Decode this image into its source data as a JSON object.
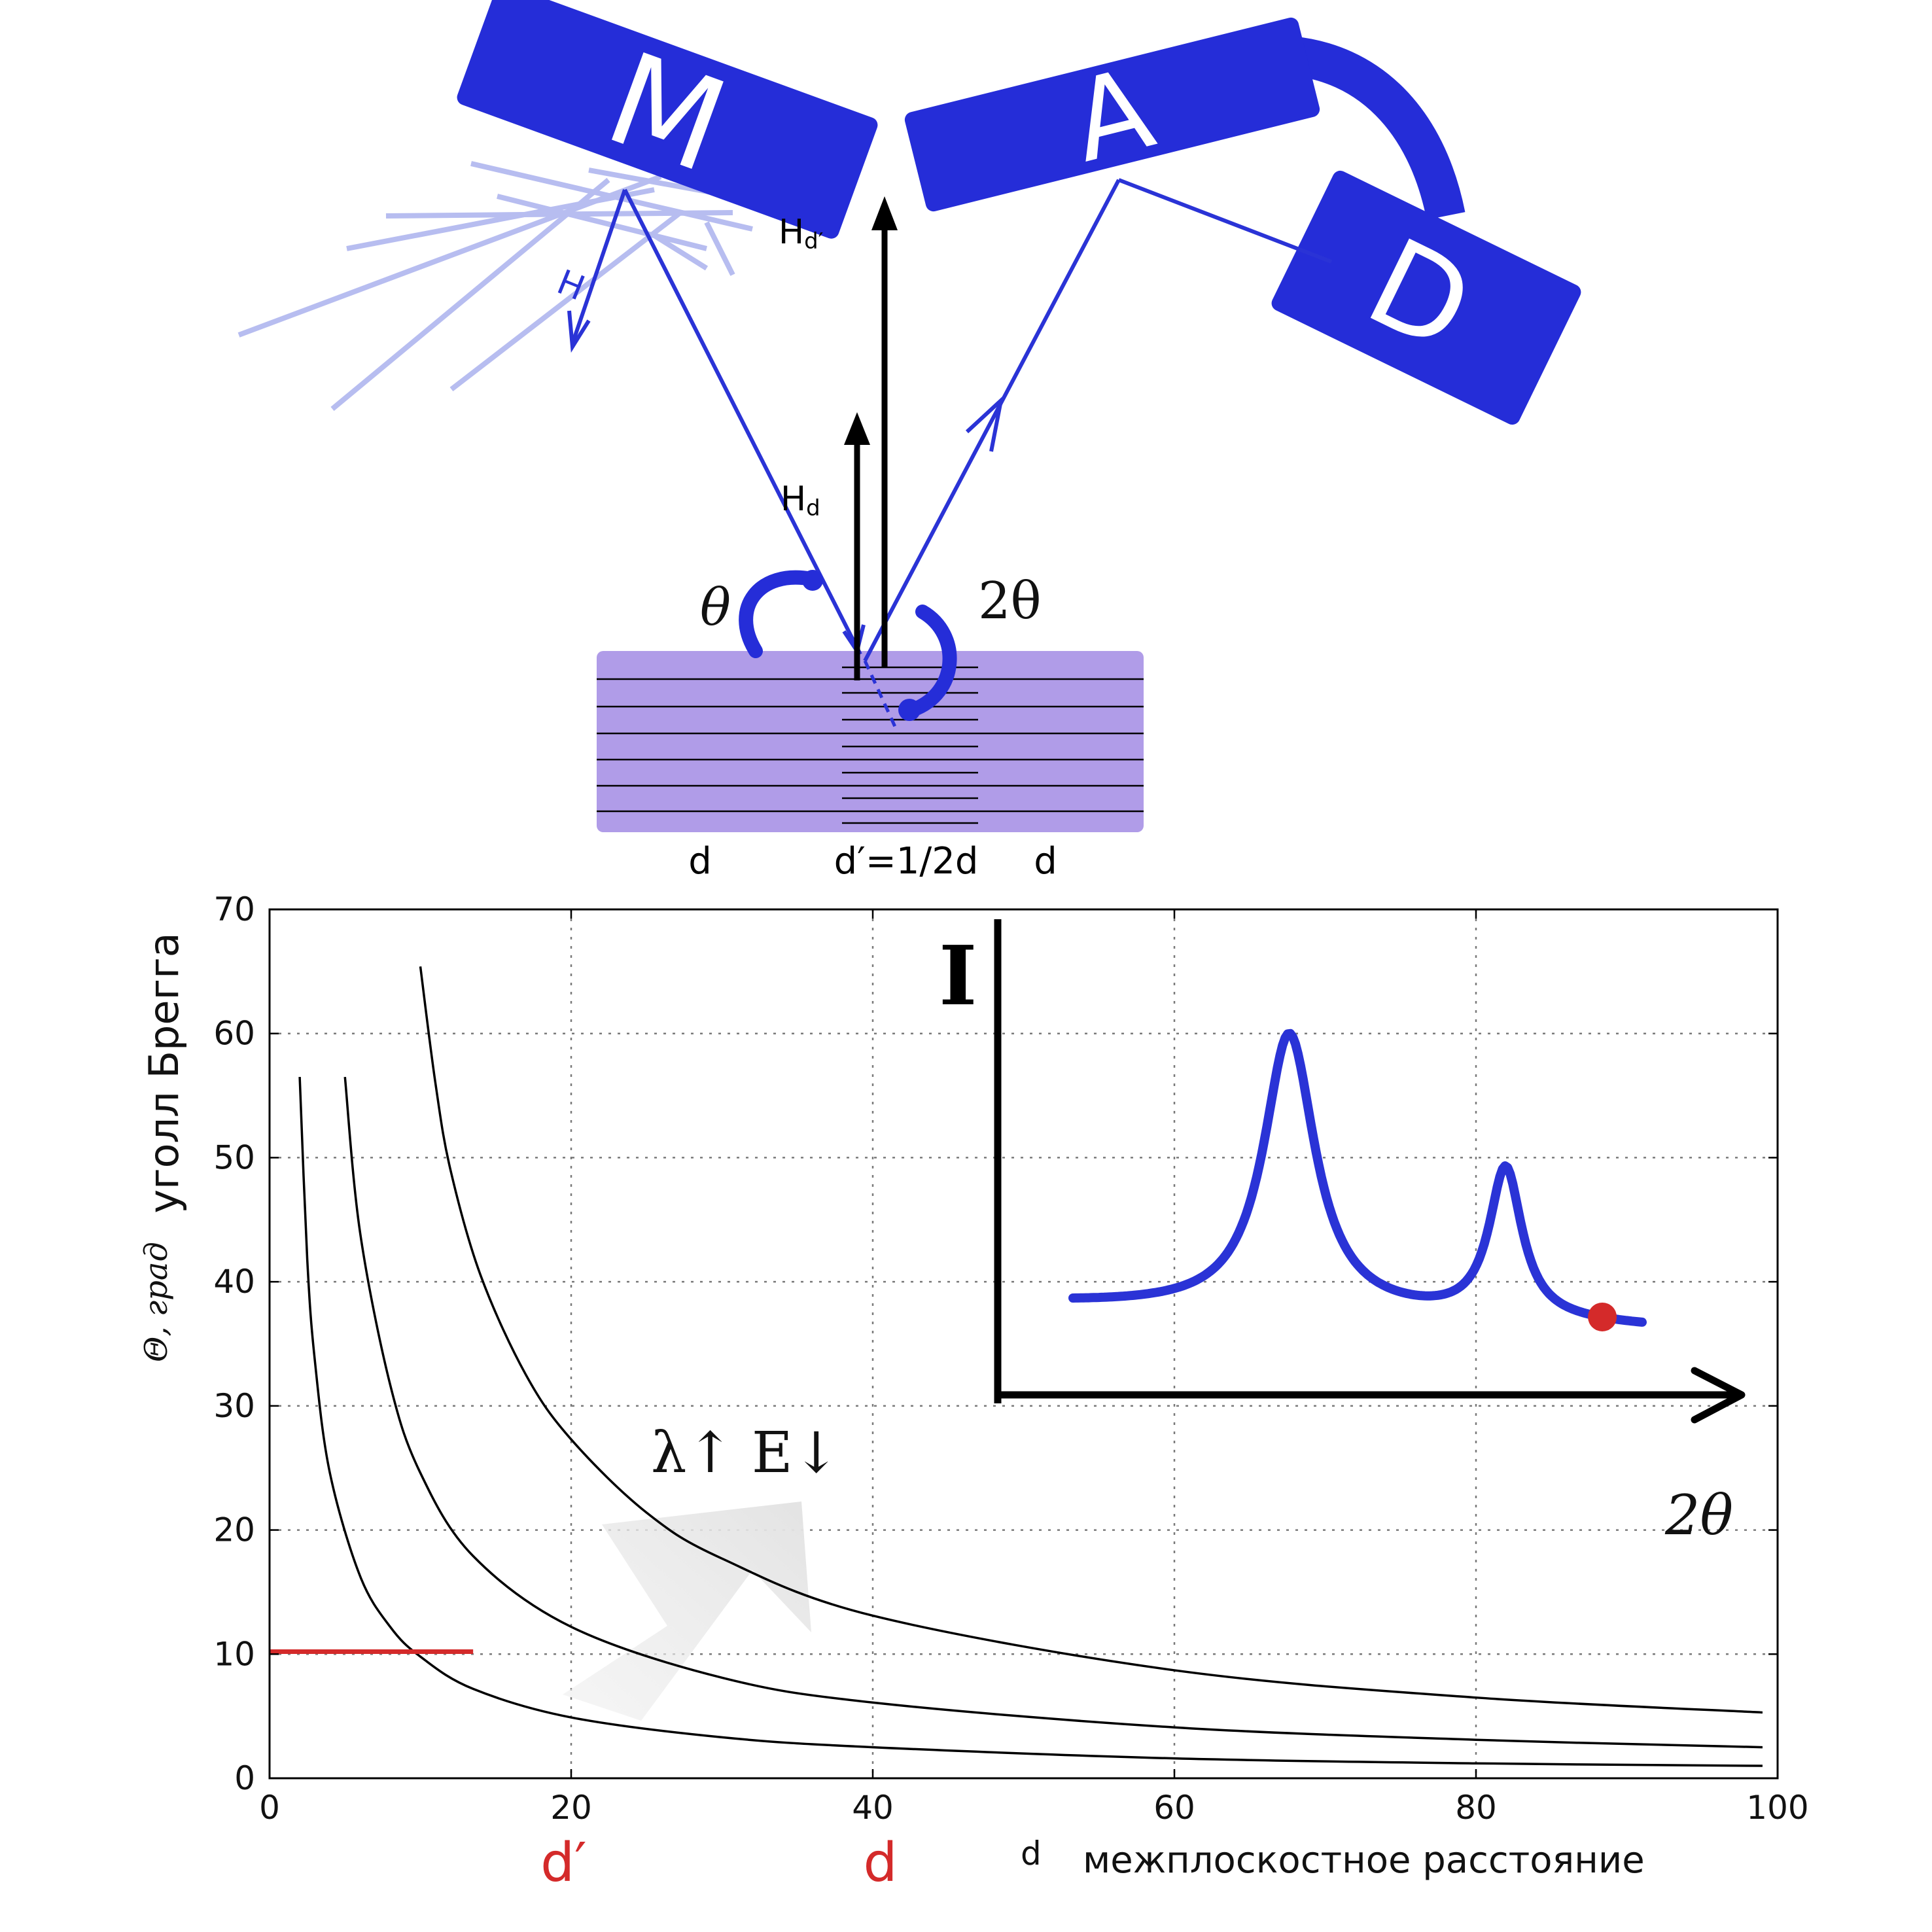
{
  "diagram": {
    "monochromator_label": "M",
    "analyzer_label": "A",
    "detector_label": "D",
    "beam_label_H": "H",
    "vector_Hd_main": "H",
    "vector_Hd_sub": "d",
    "vector_Hd2_main": "H",
    "vector_Hd2_sub": "d′",
    "angle_theta": "θ",
    "angle_2theta": "2θ",
    "sample_label_d_left": "d",
    "sample_label_dprime": "d′=1/2d",
    "sample_label_d_right": "d",
    "colors": {
      "slab": "#252dd8",
      "beam": "#2a33d6",
      "scatter": "#b7bdf0",
      "sample": "#b09ce8",
      "red": "#d42a2a"
    }
  },
  "chart_data": {
    "type": "line",
    "xlabel": "межплоскостное расстояние",
    "xlabel_prefix": "d",
    "ylabel_top": "уголл Брегга",
    "ylabel_bottom": "Θ, град",
    "xlim": [
      0,
      100
    ],
    "ylim": [
      0,
      70
    ],
    "xticks": [
      0,
      20,
      40,
      60,
      80,
      100
    ],
    "yticks": [
      0,
      10,
      20,
      30,
      40,
      50,
      60,
      70
    ],
    "grid": true,
    "series": [
      {
        "x": [
          2,
          2.5,
          3,
          4,
          6,
          8,
          10,
          13.5,
          20,
          30,
          40,
          60,
          80,
          99
        ],
        "y": [
          56.5,
          41.8,
          33.7,
          24.6,
          16.3,
          12.2,
          9.8,
          7.2,
          4.9,
          3.3,
          2.5,
          1.6,
          1.2,
          1.0
        ]
      },
      {
        "x": [
          5,
          6,
          8,
          10,
          13.5,
          20,
          30,
          40,
          60,
          80,
          99
        ],
        "y": [
          56.5,
          44.0,
          31.7,
          24.6,
          17.9,
          12.2,
          8.1,
          6.1,
          4.1,
          3.1,
          2.5
        ]
      },
      {
        "x": [
          10,
          11,
          12,
          14,
          17,
          20,
          25,
          30,
          40,
          60,
          80,
          99
        ],
        "y": [
          65.4,
          56.0,
          49.0,
          40.5,
          32.5,
          27.3,
          21.4,
          17.7,
          13.1,
          8.7,
          6.5,
          5.3
        ]
      }
    ],
    "highlight_segment": {
      "x": [
        0,
        13.5
      ],
      "y": 10.2,
      "color": "#d42a2a"
    },
    "trend_annotation": "λ↑ E↓",
    "marker_d_prime": {
      "label": "d′",
      "x": 19.5
    },
    "marker_d": {
      "label": "d",
      "x": 40.5
    },
    "inset": {
      "ylabel": "I",
      "xlabel": "2θ",
      "peaks": [
        {
          "position": 0.38,
          "height": 1.0
        },
        {
          "position": 0.76,
          "height": 0.54
        }
      ],
      "end_marker_color": "#d42a2a"
    }
  }
}
